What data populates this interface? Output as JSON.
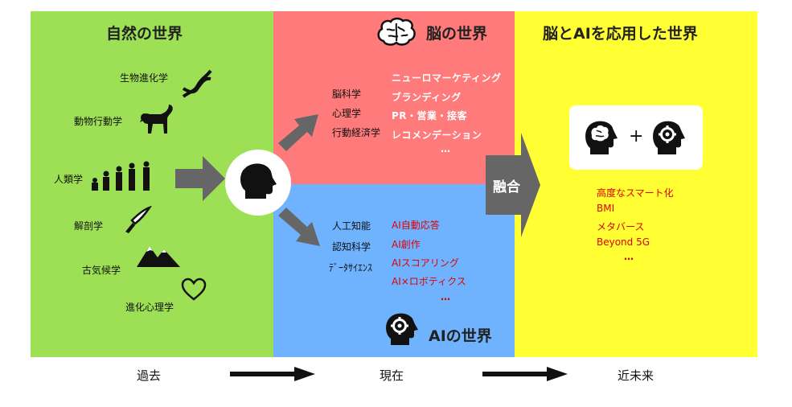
{
  "panels": {
    "nature": {
      "title": "自然の世界",
      "items": [
        {
          "label": "生物進化学",
          "icon": "dna-icon"
        },
        {
          "label": "動物行動学",
          "icon": "monkey-icon"
        },
        {
          "label": "人類学",
          "icon": "human-evolution-icon"
        },
        {
          "label": "解剖学",
          "icon": "knife-icon"
        },
        {
          "label": "古気候学",
          "icon": "mountain-icon"
        },
        {
          "label": "進化心理学",
          "icon": "heart-icon"
        }
      ]
    },
    "brain": {
      "title": "脳の世界",
      "fields": [
        "脳科学",
        "心理学",
        "行動経済学"
      ],
      "applications": [
        "ニューロマーケティング",
        "ブランディング",
        "PR・営業・接客",
        "レコメンデーション"
      ],
      "ellipsis": "…"
    },
    "ai": {
      "title": "AIの世界",
      "fields": [
        "人工知能",
        "認知科学",
        "ﾃﾞｰﾀｻｲｴﾝｽ"
      ],
      "applications": [
        "AI自動応答",
        "AI創作",
        "AIスコアリング",
        "AI×ロボティクス"
      ],
      "ellipsis": "…"
    },
    "future": {
      "title": "脳とAIを応用した世界",
      "plus": "+",
      "items": [
        "高度なスマート化",
        "BMI",
        "メタバース",
        "Beyond 5G"
      ],
      "ellipsis": "…"
    }
  },
  "merge_label": "融合",
  "timeline": {
    "past": "過去",
    "present": "現在",
    "future": "近未来"
  },
  "colors": {
    "nature": "#9ee055",
    "brain": "#ff7a7a",
    "ai": "#6fb3ff",
    "future": "#ffff33",
    "arrow": "#666666",
    "red_text": "#e00000"
  }
}
